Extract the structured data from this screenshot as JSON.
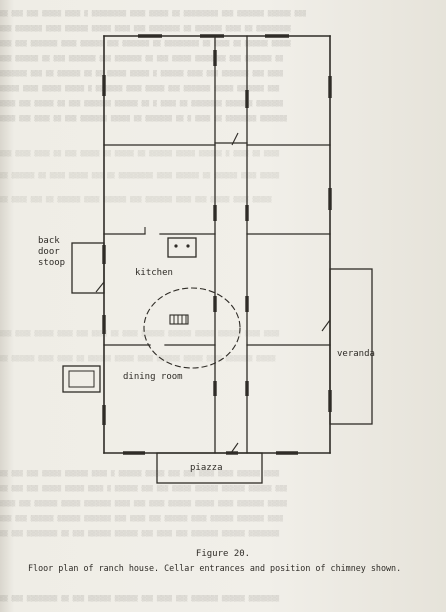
{
  "plan": {
    "labels": {
      "back_door_stoop_line1": "back",
      "back_door_stoop_line2": "door",
      "back_door_stoop_line3": "stoop",
      "kitchen": "kitchen",
      "dining_room": "dining room",
      "veranda": "veranda",
      "piazza": "piazza"
    }
  },
  "caption": {
    "figure": "Figure 20.",
    "description": "Floor plan of ranch house.  Cellar entrances and position of chimney shown."
  }
}
